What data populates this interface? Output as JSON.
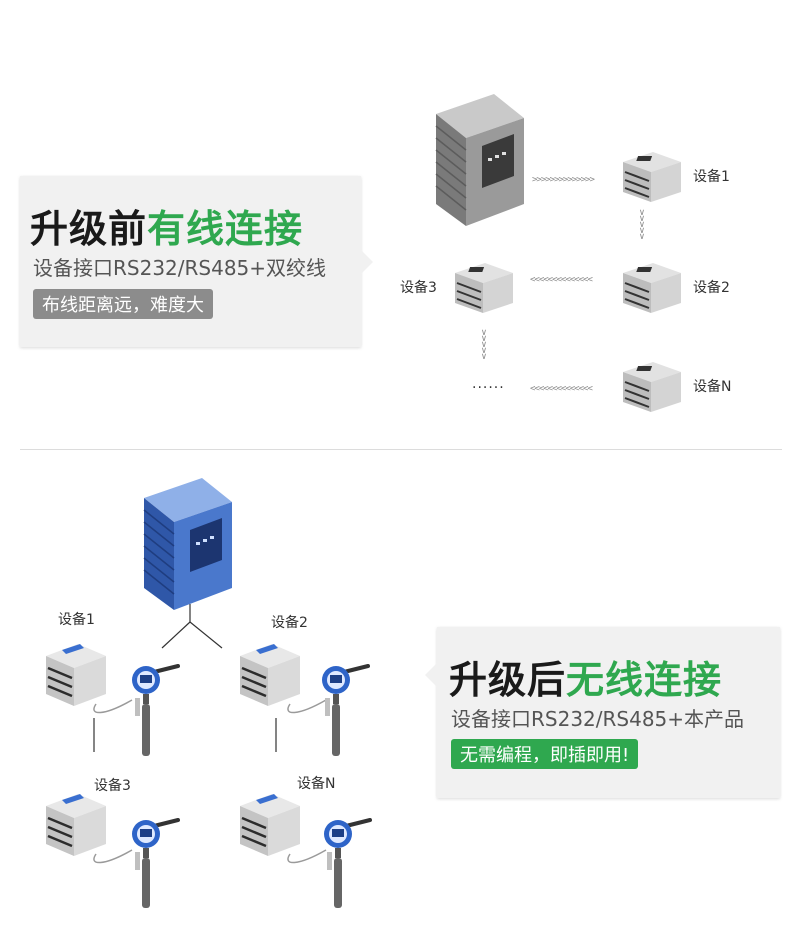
{
  "before": {
    "heading_prefix": "升级前",
    "heading_highlight": "有线连接",
    "subtitle": "设备接口RS232/RS485+双绞线",
    "tag": "布线距离远，难度大"
  },
  "after": {
    "heading_prefix": "升级后",
    "heading_highlight": "无线连接",
    "subtitle": "设备接口RS232/RS485+本产品",
    "tag": "无需编程，即插即用!"
  },
  "wired_diagram": {
    "devices": [
      "设备1",
      "设备2",
      "设备3",
      "设备N"
    ],
    "ellipsis": "......",
    "arrow_right": ">>>>>>>>>>>>>>",
    "arrow_left": "<<<<<<<<<<<<<<",
    "arrow_down": "∨"
  },
  "wireless_diagram": {
    "devices": [
      "设备1",
      "设备2",
      "设备3",
      "设备N"
    ]
  },
  "colors": {
    "accent_green": "#2fa84f",
    "tag_gray": "#8c8c8c",
    "server_gray": "#8e8e8e",
    "server_blue": "#3f6fc4",
    "transmitter_blue": "#2e64c8"
  }
}
